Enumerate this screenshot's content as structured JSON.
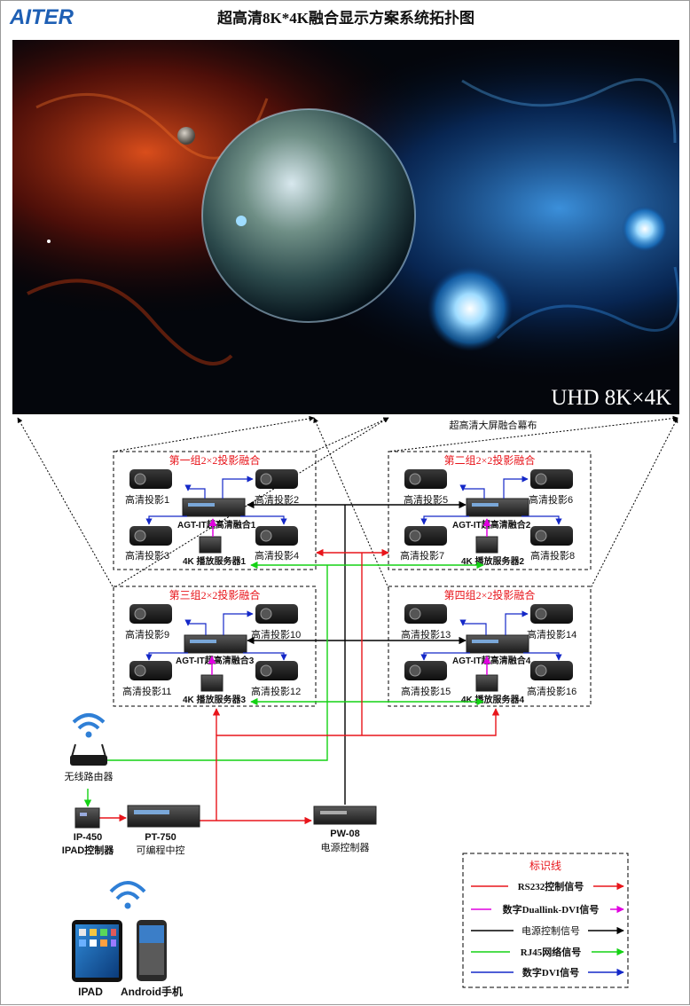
{
  "brand": {
    "logo_text": "AITER",
    "color": "#1e5fb4"
  },
  "title": "超高清8K*4K融合显示方案系统拓扑图",
  "screen": {
    "badge": "UHD 8K×4K",
    "caption": "超高清大屏融合幕布"
  },
  "colors": {
    "rs232": "#e8151b",
    "duallink": "#e000e0",
    "power": "#000000",
    "rj45": "#14d214",
    "dvi": "#1428c8",
    "group_title": "#e8151b"
  },
  "groups": [
    {
      "title": "第一组2×2投影融合",
      "projectors": [
        "高清投影1",
        "高清投影2",
        "高清投影3",
        "高清投影4"
      ],
      "processor": "AGT-IT超高清融合1",
      "server": "4K 播放服务器1"
    },
    {
      "title": "第二组2×2投影融合",
      "projectors": [
        "高清投影5",
        "高清投影6",
        "高清投影7",
        "高清投影8"
      ],
      "processor": "AGT-IT超高清融合2",
      "server": "4K 播放服务器2"
    },
    {
      "title": "第三组2×2投影融合",
      "projectors": [
        "高清投影9",
        "高清投影10",
        "高清投影11",
        "高清投影12"
      ],
      "processor": "AGT-IT超高清融合3",
      "server": "4K 播放服务器3"
    },
    {
      "title": "第四组2×2投影融合",
      "projectors": [
        "高清投影13",
        "高清投影14",
        "高清投影15",
        "高清投影16"
      ],
      "processor": "AGT-IT超高清融合4",
      "server": "4K 播放服务器4"
    }
  ],
  "devices": {
    "router": "无线路由器",
    "ip450_model": "IP-450",
    "ip450_desc": "IPAD控制器",
    "pt750_model": "PT-750",
    "pt750_desc": "可编程中控",
    "pw08_model": "PW-08",
    "pw08_desc": "电源控制器",
    "ipad": "IPAD",
    "android": "Android手机"
  },
  "legend": {
    "title": "标识线",
    "items": [
      {
        "label": "RS232控制信号",
        "color": "#e8151b"
      },
      {
        "label": "数字Duallink-DVI信号",
        "color": "#e000e0"
      },
      {
        "label": "电源控制信号",
        "color": "#000000"
      },
      {
        "label": "RJ45网络信号",
        "color": "#14d214"
      },
      {
        "label": "数字DVI信号",
        "color": "#1428c8"
      }
    ]
  }
}
